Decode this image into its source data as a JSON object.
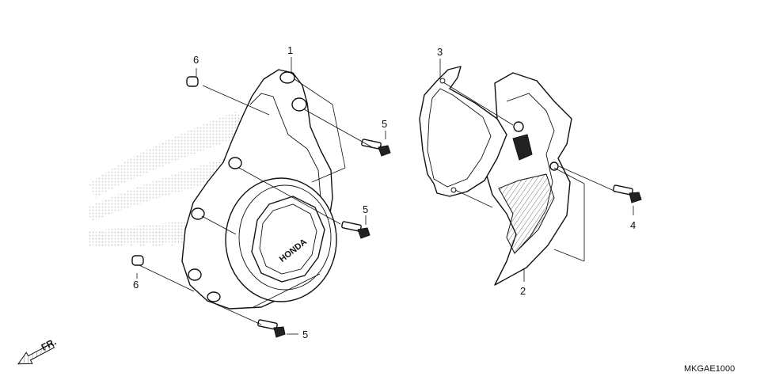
{
  "callouts": {
    "c1": "1",
    "c2": "2",
    "c3": "3",
    "c4": "4",
    "c5a": "5",
    "c5b": "5",
    "c5c": "5",
    "c6a": "6",
    "c6b": "6"
  },
  "front_label": "FR.",
  "diagram_code": "MKGAE1000",
  "cover_badge_text": "HONDA",
  "watermark_text": "HONDA",
  "colors": {
    "line": "#111111",
    "watermark_dots": "#c9c9c9",
    "background": "#ffffff"
  }
}
